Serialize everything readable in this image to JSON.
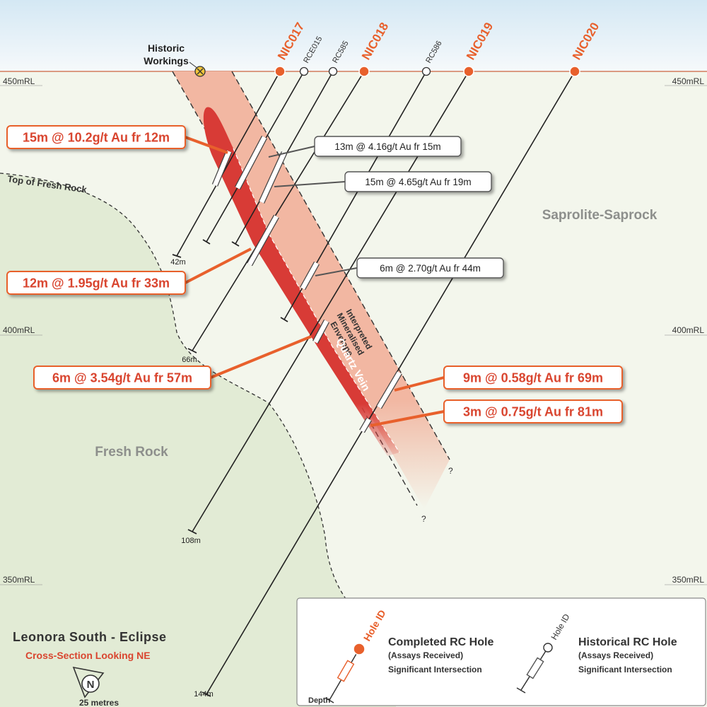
{
  "labels": {
    "historic_workings_line1": "Historic",
    "historic_workings_line2": "Workings",
    "top_of_fresh_rock": "Top of Fresh Rock",
    "saprolite": "Saprolite-Saprock",
    "fresh_rock": "Fresh Rock",
    "envelope_line1": "Interpreted",
    "envelope_line2": "Mineralised",
    "envelope_line3": "Envelope",
    "quartz_vein": "Quartz Vein",
    "question_mark": "?"
  },
  "rl_levels": [
    {
      "label": "450mRL",
      "rl": 450
    },
    {
      "label": "400mRL",
      "rl": 400
    },
    {
      "label": "350mRL",
      "rl": 350
    }
  ],
  "holes": [
    {
      "id": "NIC017",
      "type": "completed",
      "depth_label": "42m"
    },
    {
      "id": "RCE015",
      "type": "historical",
      "depth_label": ""
    },
    {
      "id": "RC585",
      "type": "historical",
      "depth_label": ""
    },
    {
      "id": "NIC018",
      "type": "completed",
      "depth_label": "66m"
    },
    {
      "id": "RC586",
      "type": "historical",
      "depth_label": ""
    },
    {
      "id": "NIC019",
      "type": "completed",
      "depth_label": "108m"
    },
    {
      "id": "NIC020",
      "type": "completed",
      "depth_label": "144m"
    }
  ],
  "intersections": [
    {
      "text": "15m @ 10.2g/t Au fr 12m",
      "style": "completed"
    },
    {
      "text": "13m @ 4.16g/t Au fr 15m",
      "style": "historical"
    },
    {
      "text": "15m @ 4.65g/t Au fr 19m",
      "style": "historical"
    },
    {
      "text": "6m @ 2.70g/t Au fr 44m",
      "style": "historical"
    },
    {
      "text": "12m @ 1.95g/t Au fr 33m",
      "style": "completed"
    },
    {
      "text": "6m @ 3.54g/t Au fr 57m",
      "style": "completed"
    },
    {
      "text": "9m @ 0.58g/t Au fr 69m",
      "style": "completed"
    },
    {
      "text": "3m @ 0.75g/t Au fr 81m",
      "style": "completed"
    }
  ],
  "title": {
    "main": "Leonora South - Eclipse",
    "sub": "Cross-Section Looking NE",
    "north": "N",
    "scale": "25 metres"
  },
  "legend": {
    "hole_id": "Hole ID",
    "completed_title": "Completed RC Hole",
    "completed_sub": "(Assays Received)",
    "completed_sig": "Significant Intersection",
    "historical_title": "Historical RC Hole",
    "historical_sub": "(Assays Received)",
    "historical_sig": "Significant Intersection",
    "depth": "Depth"
  },
  "colors": {
    "completed": "#e8602c",
    "envelope": "#f2b7a2",
    "vein": "#d83b36",
    "saprolite": "#f3f6ec",
    "fresh_rock": "#e2ebd5",
    "label_red": "#d9452f"
  }
}
